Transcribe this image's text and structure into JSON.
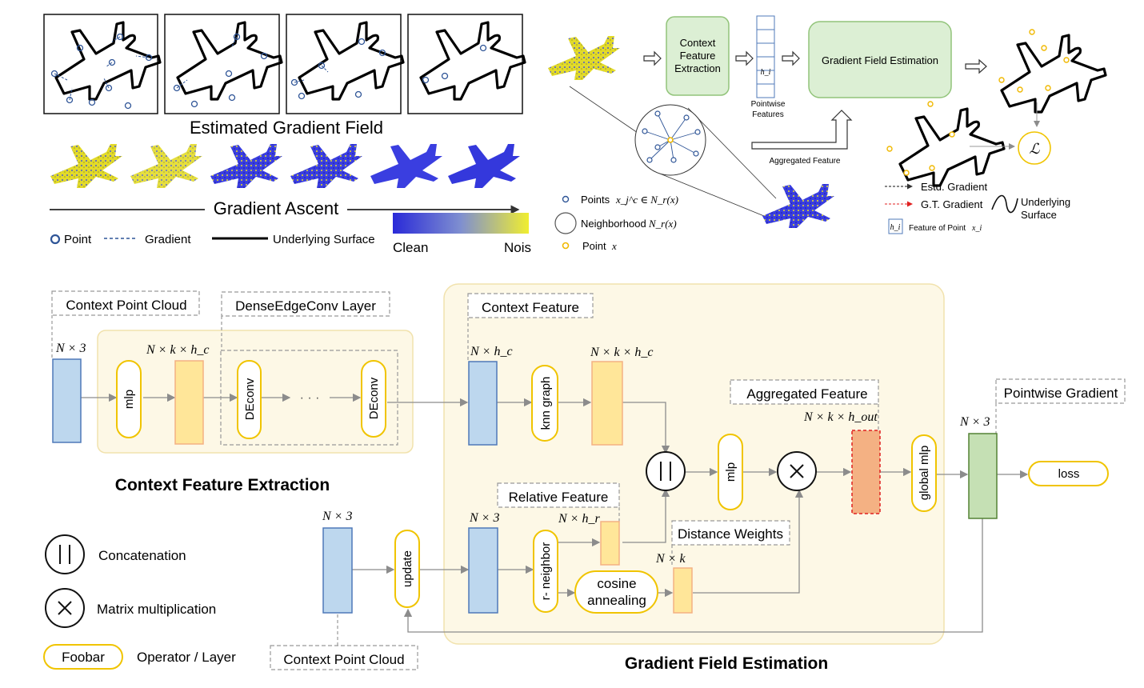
{
  "top_left": {
    "estimated_gradient_field": "Estimated Gradient Field",
    "gradient_ascent": "Gradient Ascent",
    "legend": {
      "point": "Point",
      "gradient": "Gradient",
      "underlying_surface": "Underlying Surface",
      "clean": "Clean",
      "noisy": "Nois"
    }
  },
  "top_right": {
    "context_feature_extraction": [
      "Context",
      "Feature",
      "Extraction"
    ],
    "pointwise_features": [
      "Pointwise",
      "Features"
    ],
    "feature_vector_label": "h_i",
    "gradient_field_estimation": "Gradient Field Estimation",
    "aggregated_feature": "Aggregated Feature",
    "points_legend": "Points",
    "points_math": "x_j^c ∈ N_r(x)",
    "neighborhood_legend": "Neighborhood",
    "neighborhood_math": "N_r(x)",
    "point_x_legend": "Point",
    "point_x_math": "x",
    "estd_gradient": "Estd. Gradient",
    "gt_gradient": "G.T. Gradient",
    "underlying_surface": [
      "Underlying",
      "Surface"
    ],
    "feature_of_point": "Feature of Point",
    "feature_of_point_math": "x_i",
    "loss_symbol": "ℒ"
  },
  "bottom": {
    "context_point_cloud_top": "Context Point Cloud",
    "dense_edge_conv_layer": "DenseEdgeConv Layer",
    "context_feature": "Context Feature",
    "aggregated_feature": "Aggregated Feature",
    "pointwise_gradient": "Pointwise Gradient",
    "relative_feature": "Relative Feature",
    "distance_weights": "Distance Weights",
    "context_point_cloud_bottom": "Context Point Cloud",
    "section_left_title": "Context Feature Extraction",
    "section_right_title": "Gradient Field Estimation",
    "ops": {
      "mlp1": "mlp",
      "deconv1": "DEconv",
      "deconv2": "DEconv",
      "ellipsis": "· · ·",
      "knn_graph": "knn graph",
      "mlp2": "mlp",
      "global_mlp": "global mlp",
      "loss": "loss",
      "update": "update",
      "r_neighbor": "r- neighbor",
      "cosine_annealing": [
        "cosine",
        "annealing"
      ]
    },
    "dims": {
      "n3_a": "N × 3",
      "nkhc_a": "N × k × h_c",
      "nhc": "N × h_c",
      "nkhc_b": "N × k × h_c",
      "nkhout": "N × k × h_out",
      "n3_b": "N × 3",
      "n3_c": "N × 3",
      "n3_d": "N × 3",
      "nhr": "N × h_r",
      "nk": "N × k"
    },
    "legend": {
      "concatenation": "Concatenation",
      "matrix_multiplication": "Matrix multiplication",
      "foobar": "Foobar",
      "operator_layer": "Operator / Layer"
    }
  }
}
